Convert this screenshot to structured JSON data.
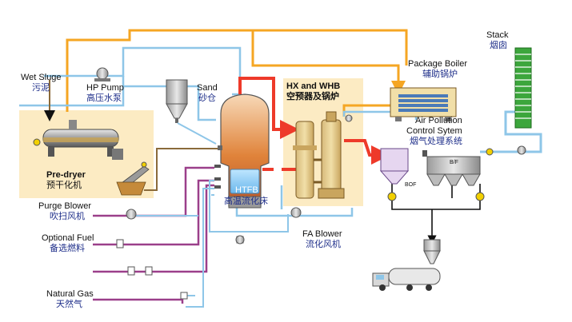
{
  "labels": {
    "wet_sludge_en": "Wet Sluge",
    "wet_sludge_cn": "污泥",
    "hp_pump_en": "HP Pump",
    "hp_pump_cn": "高压水泵",
    "sand_en": "Sand",
    "sand_cn": "砂仓",
    "hx_whb_en": "HX and WHB",
    "hx_whb_cn": "空预器及锅炉",
    "package_boiler_en": "Package Boiler",
    "package_boiler_cn": "辅助锅炉",
    "stack_en": "Stack",
    "stack_cn": "烟囱",
    "apc_en_1": "Air Pollution",
    "apc_en_2": "Control Sytem",
    "apc_cn": "烟气处理系统",
    "predryer_en": "Pre-dryer",
    "predryer_cn": "预干化机",
    "htfb_en": "HTFB",
    "htfb_cn": "高温流化床",
    "purge_blower_en": "Purge Blower",
    "purge_blower_cn": "吹扫风机",
    "optional_fuel_en": "Optional Fuel",
    "optional_fuel_cn": "备选燃料",
    "fa_blower_en": "FA Blower",
    "fa_blower_cn": "流化风机",
    "natural_gas_en": "Natural Gas",
    "natural_gas_cn": "天然气",
    "bf_tag": "B/F",
    "boc_tag": "BOF"
  },
  "colors": {
    "hot_gas": "#ee3a2a",
    "steam": "#f5a623",
    "water": "#8ec6e8",
    "gas_line": "#9b3f8a",
    "sludge_line": "#8a6a3a",
    "zone_fill": "#fbe7b8",
    "label": "#1f2f8a"
  }
}
